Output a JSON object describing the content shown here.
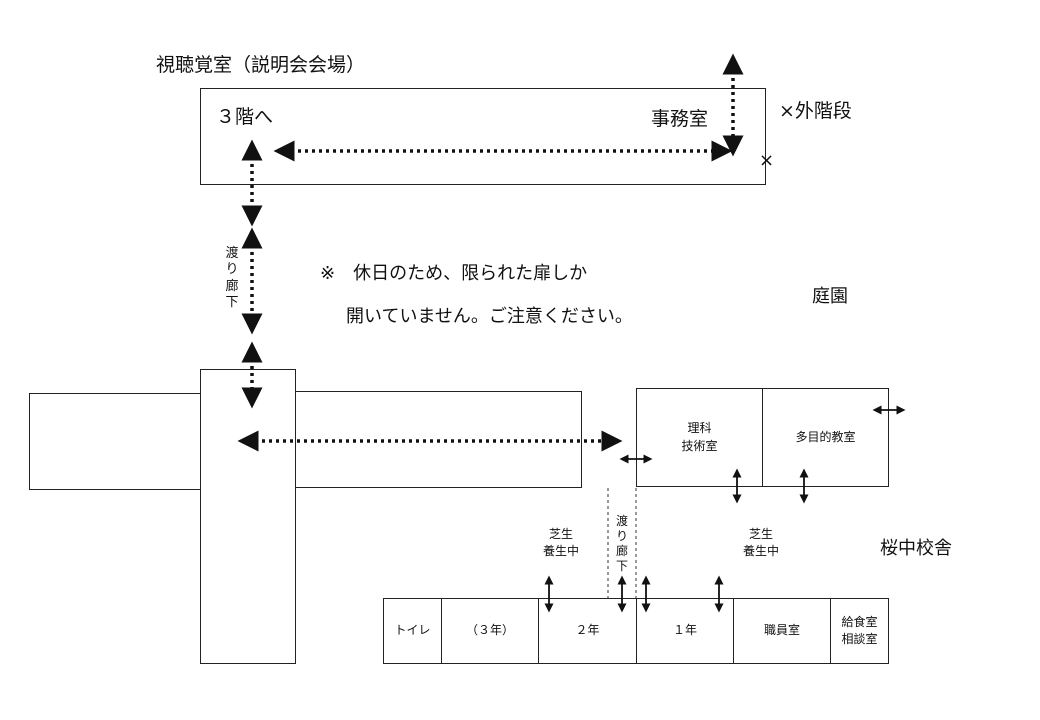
{
  "top_building": {
    "caption": "視聴覚室（説明会会場）",
    "stairs_label": "３階へ",
    "office_label": "事務室",
    "outer_stairs_label": "×外階段",
    "cross_mark": "×"
  },
  "corridor_label": "渡り廊下",
  "notice": {
    "line1": "※　休日のため、限られた扉しか",
    "line2": "開いていません。ご注意ください。"
  },
  "garden_label": "庭園",
  "school_name": "桜中校舎",
  "upper_rooms": {
    "science": "理科\n技術室",
    "multipurpose": "多目的教室"
  },
  "lawn_left": "芝生\n養生中",
  "lawn_right": "芝生\n養生中",
  "corridor_small": "渡り廊下",
  "bottom_rooms": [
    "トイレ",
    "（３年）",
    "２年",
    "１年",
    "職員室",
    "給食室\n相談室"
  ]
}
